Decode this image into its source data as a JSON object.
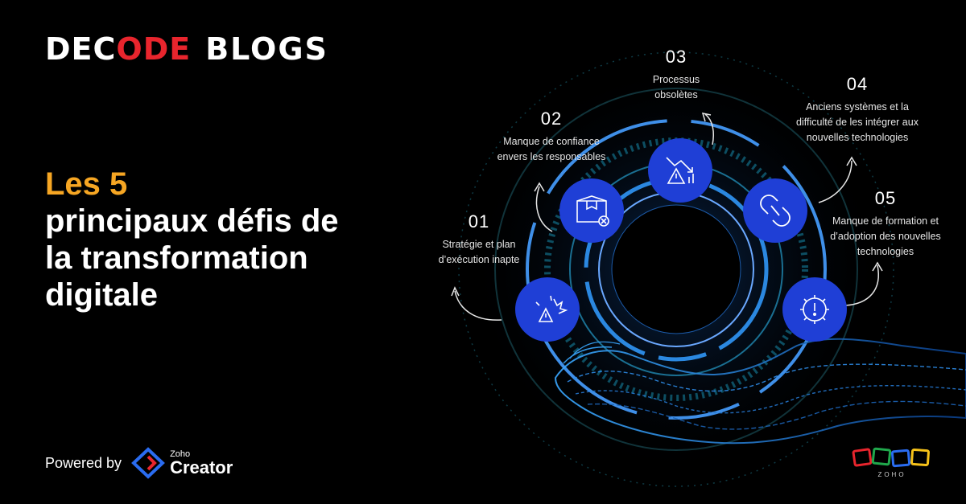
{
  "brand": {
    "decode_part1": "DEC",
    "decode_part2": "O",
    "decode_part3": "DE",
    "blogs": "BLOGS"
  },
  "headline": {
    "accent": "Les 5",
    "rest_line1": "principaux défis de",
    "rest_line2": "la transformation",
    "rest_line3": "digitale"
  },
  "powered": {
    "by": "Powered by",
    "brand_small": "Zoho",
    "brand_big": "Creator"
  },
  "challenges": [
    {
      "num": "01",
      "line1": "Stratégie et plan",
      "line2": "d’exécution inapte",
      "line3": "",
      "icon": "explosion-warning-icon"
    },
    {
      "num": "02",
      "line1": "Manque de confiance",
      "line2": "envers les responsables",
      "line3": "",
      "icon": "box-cancel-icon"
    },
    {
      "num": "03",
      "line1": "Processus",
      "line2": "obsolètes",
      "line3": "",
      "icon": "declining-chart-warning-icon"
    },
    {
      "num": "04",
      "line1": "Anciens systèmes et la",
      "line2": "difficulté de les intégrer aux",
      "line3": "nouvelles technologies",
      "icon": "broken-chain-icon"
    },
    {
      "num": "05",
      "line1": "Manque de formation et",
      "line2": "d’adoption des nouvelles",
      "line3": "technologies",
      "icon": "gear-alert-icon"
    }
  ],
  "footer_logo": "ZOHO",
  "colors": {
    "accent": "#f6a623",
    "brand_red": "#e8252d",
    "circle_blue": "#1f3fd6",
    "ring_glow": "#2f7de1"
  }
}
